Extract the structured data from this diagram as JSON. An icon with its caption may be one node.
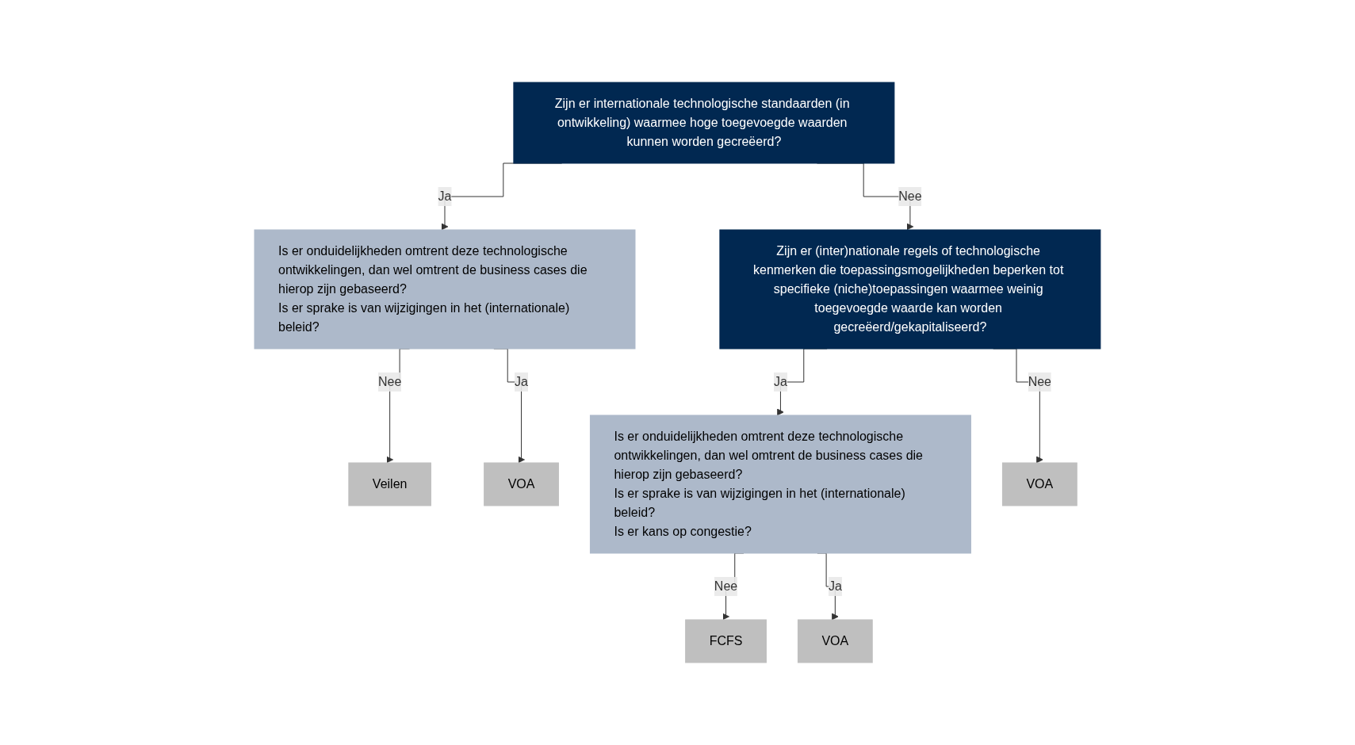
{
  "diagram": {
    "nodes": [
      {
        "text": [
          "Zijn er internationale technologische standaarden (in ontwikkeling) waarmee hoge toegevoegde waarden kunnen worden gecreëerd?"
        ]
      },
      {
        "text": [
          "Zijn er (inter)nationale regels of technologische kenmerken die toepassingsmogelijkheden beperken tot specifieke (niche)toepassingen waarmee weinig toegevoegde waarde kan worden gecreëerd/gekapitaliseerd?"
        ]
      },
      {
        "text": [
          "Is er onduidelijkheden omtrent deze technologische ontwikkelingen, dan wel omtrent de business cases die hierop zijn gebaseerd?",
          "Is er sprake is van wijzigingen in het (internationale) beleid?"
        ]
      },
      {
        "text": [
          "Is er onduidelijkheden omtrent deze technologische ontwikkelingen, dan wel omtrent de business cases die hierop zijn gebaseerd?",
          "Is er sprake is van wijzigingen in het (internationale) beleid?",
          "Is er kans op congestie?"
        ]
      },
      {
        "text": [
          "Veilen"
        ]
      },
      {
        "text": [
          "VOA"
        ]
      },
      {
        "text": [
          "FCFS"
        ]
      },
      {
        "text": [
          "VOA"
        ]
      },
      {
        "text": [
          "VOA"
        ]
      }
    ],
    "edges": [
      {
        "from": 0,
        "to": 2,
        "label": "Ja",
        "arrow": "to"
      },
      {
        "from": 0,
        "to": 1,
        "label": "Nee",
        "arrow": "to"
      },
      {
        "from": 1,
        "to": 3,
        "label": "Ja",
        "arrow": "to"
      },
      {
        "from": 1,
        "to": 8,
        "label": "Nee",
        "arrow": "to"
      },
      {
        "from": 2,
        "to": 4,
        "label": "Nee",
        "arrow": "to"
      },
      {
        "from": 2,
        "to": 5,
        "label": "Ja",
        "arrow": "to"
      },
      {
        "from": 3,
        "to": 6,
        "label": "Nee",
        "arrow": "to"
      },
      {
        "from": 3,
        "to": 7,
        "label": "Ja",
        "arrow": "to"
      }
    ]
  }
}
